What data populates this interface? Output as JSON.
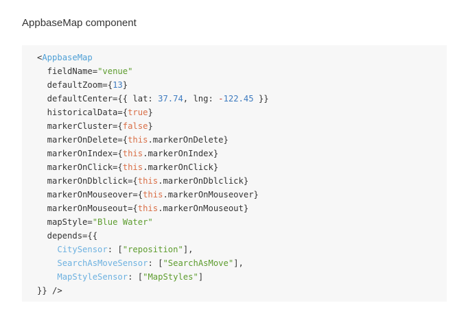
{
  "heading": "AppbaseMap component",
  "colors": {
    "tag": "#4d9fd6",
    "string": "#5d9c2e",
    "number": "#3e7bbf",
    "keyword": "#d96f47",
    "property": "#6db1e0",
    "text": "#333333",
    "code_background": "#f7f7f7"
  },
  "code": {
    "lines": [
      [
        {
          "t": "<",
          "c": "plain"
        },
        {
          "t": "AppbaseMap",
          "c": "tag"
        }
      ],
      [
        {
          "t": "  fieldName=",
          "c": "plain"
        },
        {
          "t": "\"venue\"",
          "c": "str"
        }
      ],
      [
        {
          "t": "  defaultZoom={",
          "c": "plain"
        },
        {
          "t": "13",
          "c": "num"
        },
        {
          "t": "}",
          "c": "plain"
        }
      ],
      [
        {
          "t": "  defaultCenter={{ lat: ",
          "c": "plain"
        },
        {
          "t": "37.74",
          "c": "num"
        },
        {
          "t": ", lng: ",
          "c": "plain"
        },
        {
          "t": "-",
          "c": "op"
        },
        {
          "t": "122.45",
          "c": "num"
        },
        {
          "t": " }}",
          "c": "plain"
        }
      ],
      [
        {
          "t": "  historicalData={",
          "c": "plain"
        },
        {
          "t": "true",
          "c": "kw"
        },
        {
          "t": "}",
          "c": "plain"
        }
      ],
      [
        {
          "t": "  markerCluster={",
          "c": "plain"
        },
        {
          "t": "false",
          "c": "kw"
        },
        {
          "t": "}",
          "c": "plain"
        }
      ],
      [
        {
          "t": "  markerOnDelete={",
          "c": "plain"
        },
        {
          "t": "this",
          "c": "kw"
        },
        {
          "t": ".markerOnDelete}",
          "c": "plain"
        }
      ],
      [
        {
          "t": "  markerOnIndex={",
          "c": "plain"
        },
        {
          "t": "this",
          "c": "kw"
        },
        {
          "t": ".markerOnIndex}",
          "c": "plain"
        }
      ],
      [
        {
          "t": "  markerOnClick={",
          "c": "plain"
        },
        {
          "t": "this",
          "c": "kw"
        },
        {
          "t": ".markerOnClick}",
          "c": "plain"
        }
      ],
      [
        {
          "t": "  markerOnDblclick={",
          "c": "plain"
        },
        {
          "t": "this",
          "c": "kw"
        },
        {
          "t": ".markerOnDblclick}",
          "c": "plain"
        }
      ],
      [
        {
          "t": "  markerOnMouseover={",
          "c": "plain"
        },
        {
          "t": "this",
          "c": "kw"
        },
        {
          "t": ".markerOnMouseover}",
          "c": "plain"
        }
      ],
      [
        {
          "t": "  markerOnMouseout={",
          "c": "plain"
        },
        {
          "t": "this",
          "c": "kw"
        },
        {
          "t": ".markerOnMouseout}",
          "c": "plain"
        }
      ],
      [
        {
          "t": "  mapStyle=",
          "c": "plain"
        },
        {
          "t": "\"Blue Water\"",
          "c": "str"
        }
      ],
      [
        {
          "t": "  depends={{",
          "c": "plain"
        }
      ],
      [
        {
          "t": "    ",
          "c": "plain"
        },
        {
          "t": "CitySensor",
          "c": "prop"
        },
        {
          "t": ": [",
          "c": "plain"
        },
        {
          "t": "\"reposition\"",
          "c": "str"
        },
        {
          "t": "],",
          "c": "plain"
        }
      ],
      [
        {
          "t": "    ",
          "c": "plain"
        },
        {
          "t": "SearchAsMoveSensor",
          "c": "prop"
        },
        {
          "t": ": [",
          "c": "plain"
        },
        {
          "t": "\"SearchAsMove\"",
          "c": "str"
        },
        {
          "t": "],",
          "c": "plain"
        }
      ],
      [
        {
          "t": "    ",
          "c": "plain"
        },
        {
          "t": "MapStyleSensor",
          "c": "prop"
        },
        {
          "t": ": [",
          "c": "plain"
        },
        {
          "t": "\"MapStyles\"",
          "c": "str"
        },
        {
          "t": "]",
          "c": "plain"
        }
      ],
      [
        {
          "t": "}} />",
          "c": "plain"
        }
      ]
    ]
  }
}
